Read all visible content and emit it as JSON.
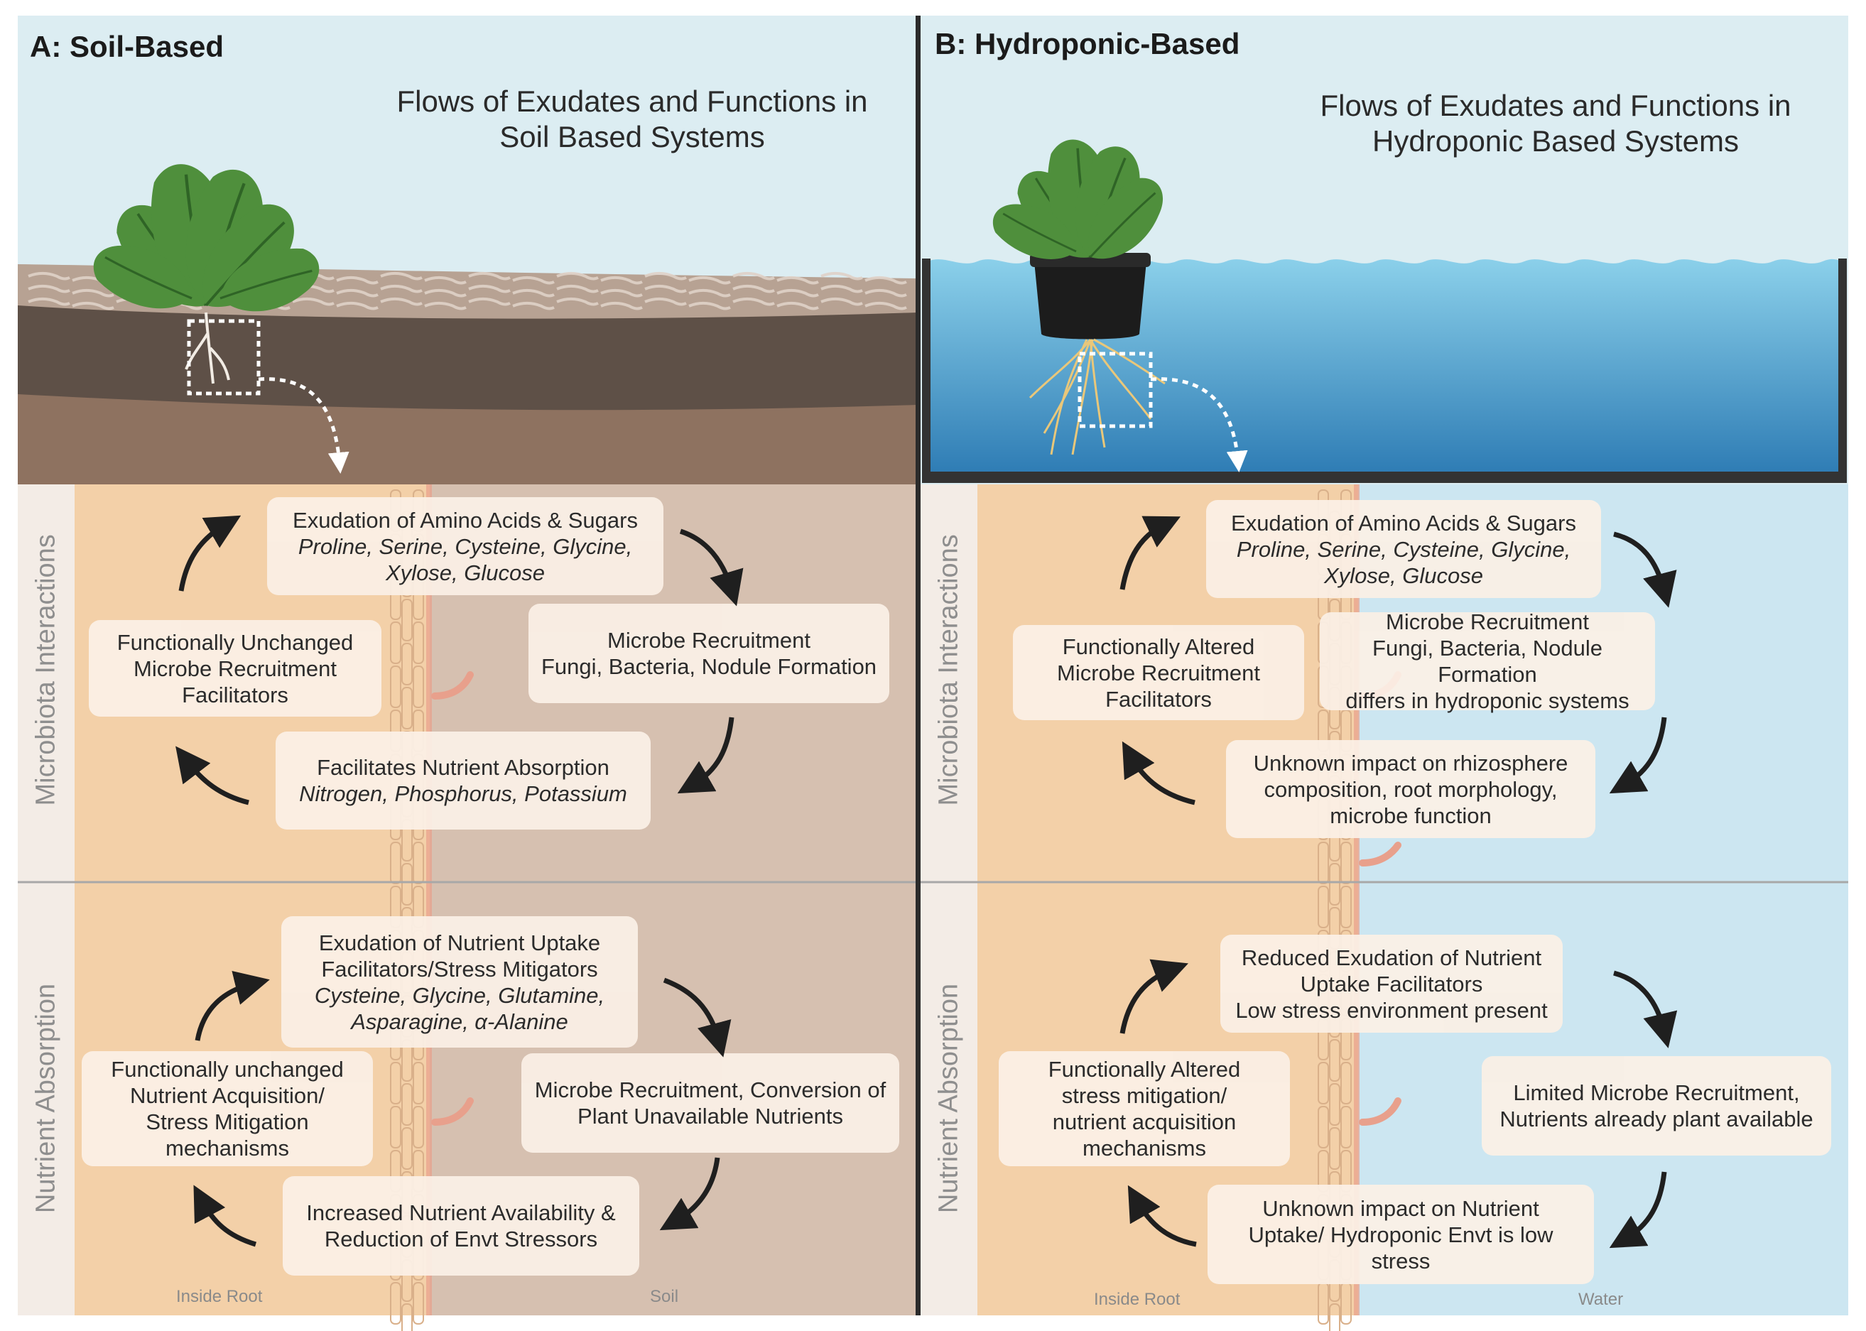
{
  "panels": {
    "soil": {
      "label": "A: Soil-Based",
      "title_line1": "Flows of Exudates and Functions in",
      "title_line2": "Soil Based Systems",
      "inside_label": "Inside Root",
      "outside_label": "Soil",
      "microbiota": {
        "top": [
          "Exudation of Amino Acids & Sugars"
        ],
        "top_italic": [
          "Proline, Serine, Cysteine, Glycine,",
          "Xylose, Glucose"
        ],
        "right": [
          "Microbe Recruitment",
          "Fungi, Bacteria, Nodule Formation"
        ],
        "bottom": [
          "Facilitates Nutrient Absorption"
        ],
        "bottom_italic": [
          "Nitrogen, Phosphorus, Potassium"
        ],
        "left": [
          "Functionally Unchanged",
          "Microbe Recruitment",
          "Facilitators"
        ]
      },
      "nutrient": {
        "top": [
          "Exudation of Nutrient Uptake",
          "Facilitators/Stress Mitigators"
        ],
        "top_italic": [
          "Cysteine, Glycine, Glutamine,",
          "Asparagine, α-Alanine"
        ],
        "right": [
          "Microbe Recruitment, Conversion of",
          "Plant Unavailable Nutrients"
        ],
        "bottom": [
          "Increased Nutrient Availability &",
          "Reduction of Envt Stressors"
        ],
        "left": [
          "Functionally unchanged",
          "Nutrient Acquisition/",
          "Stress Mitigation",
          "mechanisms"
        ]
      }
    },
    "hydro": {
      "label": "B: Hydroponic-Based",
      "title_line1": "Flows of Exudates and Functions in",
      "title_line2": "Hydroponic Based Systems",
      "inside_label": "Inside Root",
      "outside_label": "Water",
      "microbiota": {
        "top": [
          "Exudation of Amino Acids & Sugars"
        ],
        "top_italic": [
          "Proline, Serine, Cysteine, Glycine,",
          "Xylose, Glucose"
        ],
        "right": [
          "Microbe Recruitment",
          "Fungi, Bacteria, Nodule Formation",
          "differs in hydroponic systems"
        ],
        "bottom": [
          "Unknown impact on rhizosphere",
          "composition, root morphology,",
          "microbe function"
        ],
        "left": [
          "Functionally Altered",
          "Microbe Recruitment",
          "Facilitators"
        ]
      },
      "nutrient": {
        "top": [
          "Reduced Exudation of Nutrient",
          "Uptake Facilitators",
          "Low stress environment present"
        ],
        "right": [
          "Limited Microbe Recruitment,",
          "Nutrients already plant available"
        ],
        "bottom": [
          "Unknown impact on Nutrient",
          "Uptake/ Hydroponic Envt is low",
          "stress"
        ],
        "left": [
          "Functionally Altered",
          "stress mitigation/",
          "nutrient acquisition",
          "mechanisms"
        ]
      }
    }
  },
  "side_labels": {
    "microbiota": "Microbiota Interactions",
    "nutrient": "Nutrient Absorption"
  },
  "colors": {
    "sky": "#dcedf2",
    "soil_dark": "#5e5047",
    "soil_light": "#8e7260",
    "cracks": "#a48e80",
    "water_light": "#7ec6e2",
    "water_dark": "#2f7fb6",
    "root_zone": "#f3d0a8",
    "soil_zone": "#d6c0b0",
    "water_zone": "#cce6f1",
    "box": "#fbf0e6",
    "box_hydro_right": "#eaf5fa",
    "arrow": "#1f1f1f",
    "leaf": "#4f8f3c"
  }
}
